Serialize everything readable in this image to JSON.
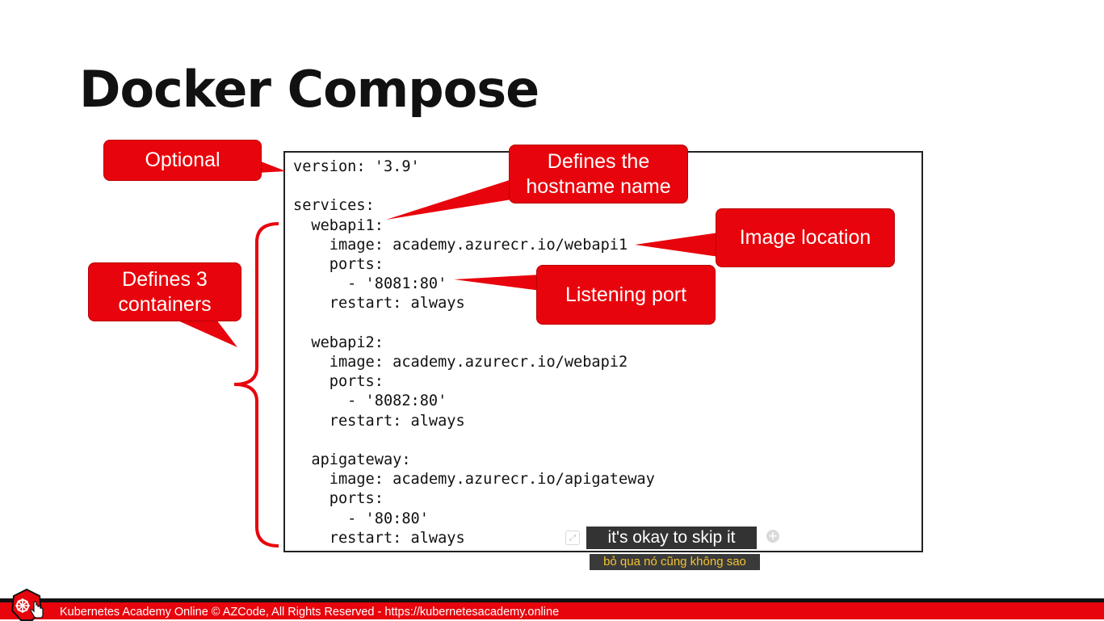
{
  "slide": {
    "title": "Docker Compose"
  },
  "code_lines": [
    "version: '3.9'",
    "",
    "services:",
    "  webapi1:",
    "    image: academy.azurecr.io/webapi1",
    "    ports:",
    "      - '8081:80'",
    "    restart: always",
    "",
    "  webapi2:",
    "    image: academy.azurecr.io/webapi2",
    "    ports:",
    "      - '8082:80'",
    "    restart: always",
    "",
    "  apigateway:",
    "    image: academy.azurecr.io/apigateway",
    "    ports:",
    "      - '80:80'",
    "    restart: always"
  ],
  "callouts": {
    "optional": "Optional",
    "hostname": "Defines the hostname name",
    "image_location": "Image location",
    "listening_port": "Listening port",
    "containers": "Defines 3 containers"
  },
  "subtitles": {
    "main": "it's okay to skip it",
    "translation": "bỏ qua nó cũng không sao"
  },
  "footer": {
    "text": "Kubernetes Academy Online © AZCode, All Rights Reserved - https://kubernetesacademy.online"
  },
  "icons": {
    "logo": "kubernetes-helm-icon",
    "expand": "expand-icon",
    "add": "plus-circle-icon",
    "cursor": "hand-cursor-icon"
  },
  "colors": {
    "callout": "#e8040c",
    "footer": "#e8040c",
    "subtitle_bg": "#333333",
    "translation_text": "#f2c230"
  }
}
